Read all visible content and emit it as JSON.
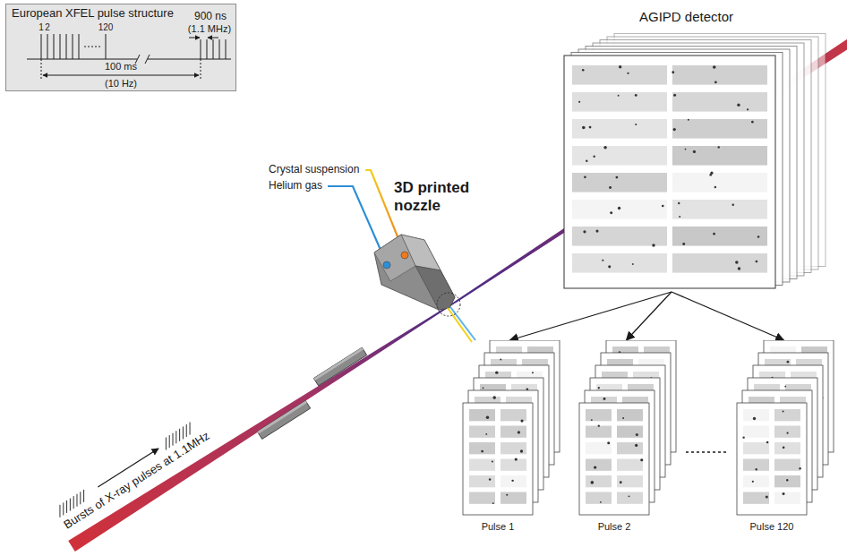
{
  "diagram": {
    "nodes": [
      {
        "text": [
          "European XFEL pulse structure"
        ]
      },
      {
        "text": [
          "AGIPD detector"
        ]
      },
      {
        "text": [
          "Pulse 1"
        ]
      },
      {
        "text": [
          "Pulse 2"
        ]
      },
      {
        "text": [
          "Pulse 120"
        ]
      }
    ],
    "edges": [
      {
        "from": 1,
        "to": 2,
        "arrow": "to"
      },
      {
        "from": 1,
        "to": 3,
        "arrow": "to"
      },
      {
        "from": 1,
        "to": 4,
        "arrow": "to"
      }
    ],
    "labels": [
      "1",
      "2",
      "120",
      "900 ns",
      "(1.1 MHz)",
      "100 ms",
      "(10 Hz)",
      "Crystal suspension",
      "Helium gas",
      "3D printed nozzle",
      "Bursts of X-ray pulses at 1.1MHz"
    ]
  }
}
